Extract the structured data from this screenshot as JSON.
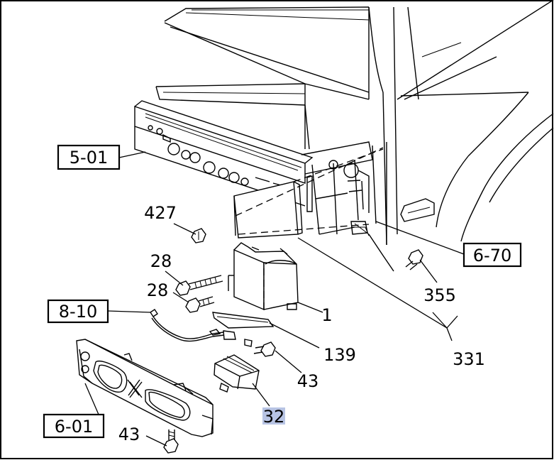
{
  "diagram": {
    "boxed_labels": {
      "l_5_01": "5-01",
      "l_8_10": "8-10",
      "l_6_01": "6-01",
      "l_6_70": "6-70"
    },
    "part_labels": {
      "p427": "427",
      "p28a": "28",
      "p28b": "28",
      "p1": "1",
      "p139": "139",
      "p43a": "43",
      "p43b": "43",
      "p32": "32",
      "p355": "355",
      "p331": "331"
    },
    "highlight_color": "#b8c4e4"
  }
}
